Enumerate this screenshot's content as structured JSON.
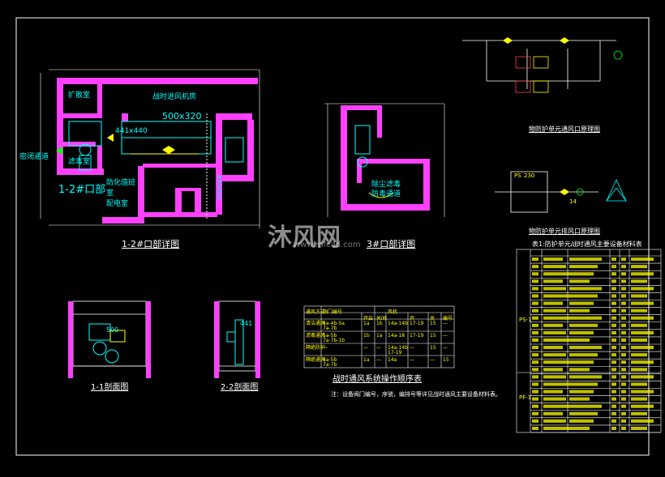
{
  "plan_12": {
    "rooms": {
      "expansion_room": "扩散室",
      "filter_room": "战时进风机房",
      "dust_room": "滤毒室",
      "decon_room": "防化值班室\n配电室",
      "passage": "密闭通道"
    },
    "duct_labels": [
      "500x320",
      "441x440",
      "630x500"
    ],
    "entrance_label": "1-2#口部",
    "title": "1-2#口部详图"
  },
  "plan_3": {
    "rooms": {
      "dust_room": "除尘滤毒\n防毒通道"
    },
    "title": "3#口部详图"
  },
  "section_11": {
    "title": "1-1剖面图",
    "duct": "500"
  },
  "section_22": {
    "title": "2-2剖面图",
    "duct": "441"
  },
  "schematic_top": {
    "title": "物防护单元通风口原理图"
  },
  "schematic_mid": {
    "title": "物防护单元排风口原理图",
    "tags": [
      "PS",
      "230",
      "14"
    ]
  },
  "op_table": {
    "title": "战时通风系统操作顺序表",
    "note": "注：设备阀门编号，序號，编排号等详见战时通风主要设备材料表。",
    "headers": [
      "通风方式",
      "阀门编号",
      "开启",
      "关闭",
      "风机",
      "开",
      "关",
      "编号"
    ],
    "rows": [
      [
        "清洁通风",
        "4a-4b-5a\n7a-7b",
        "1a",
        "1b",
        "14a-14b",
        "17-19",
        "15",
        "—"
      ],
      [
        "滤毒通风",
        "5a-5b\n7a-7b-1b",
        "1b",
        "1a",
        "14a-18",
        "17-19",
        "15",
        "—"
      ],
      [
        "隔绝防护",
        "—",
        "—",
        "—",
        "14a-14b\n17-19",
        "—",
        "15",
        "—"
      ],
      [
        "隔绝通风",
        "4a-5b\n7a-7b",
        "1a",
        "—",
        "14a",
        "—",
        "—",
        "15"
      ]
    ]
  },
  "materials_table": {
    "title": "表1:防护单元战时通风主要设备材料表",
    "group_a": "PS-1",
    "group_b": "PF-1",
    "rows": 24
  },
  "watermark": {
    "text": "沐风网",
    "url": "www.mfcad.com"
  }
}
